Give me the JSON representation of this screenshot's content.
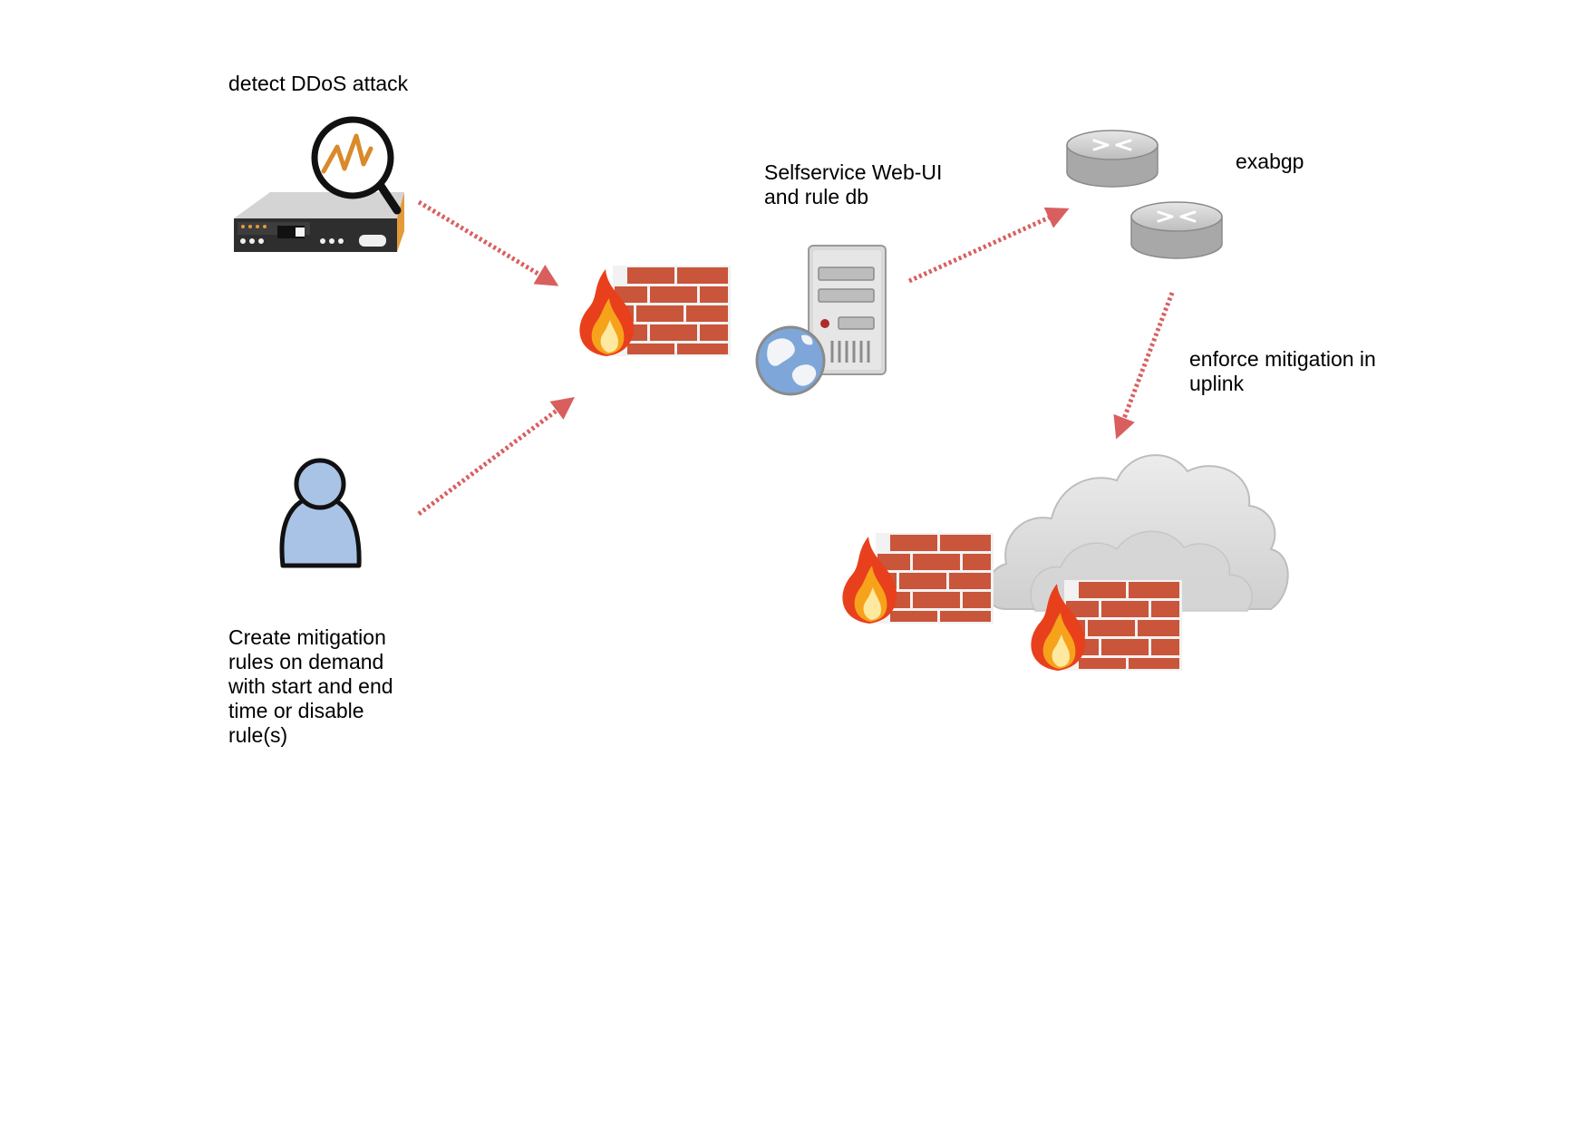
{
  "labels": {
    "detect": "detect DDoS attack",
    "selfservice": "Selfservice Web-UI\nand rule db",
    "exabgp": "exabgp",
    "enforce": "enforce mitigation in\nuplink",
    "create": "Create mitigation\nrules on demand\nwith start and end\ntime or disable\nrule(s)"
  },
  "colors": {
    "arrow": "#d95f5f",
    "brick": "#c9553a",
    "mortar": "#f2f2f2",
    "flame_outer": "#e8401c",
    "flame_mid": "#f7a21b",
    "flame_inner": "#fde9a0",
    "device_body": "#e7e7e7",
    "device_front": "#3a3a3a",
    "device_side": "#e39a3b",
    "magnifier_ring": "#111111",
    "signal": "#d98a2a",
    "person_fill": "#a9c3e6",
    "person_stroke": "#111111",
    "server_body": "#d9d9d9",
    "globe_ocean": "#7ea6d8",
    "globe_land": "#f2f4f7",
    "router_top": "#cfcfcf",
    "router_side": "#a8a8a8",
    "cloud": "#dedede"
  },
  "icons": {
    "ddos_detector": "appliance-with-magnifier-icon",
    "firewall_central": "firewall-icon",
    "server": "web-server-icon",
    "globe": "globe-icon",
    "router_a": "router-icon",
    "router_b": "router-icon",
    "user": "user-icon",
    "cloud": "cloud-icon",
    "firewall_cloud_left": "firewall-icon",
    "firewall_cloud_right": "firewall-icon"
  },
  "edges": [
    {
      "id": "detector-to-firewall",
      "from": "ddos_detector",
      "to": "firewall_central"
    },
    {
      "id": "user-to-firewall",
      "from": "user",
      "to": "firewall_central"
    },
    {
      "id": "server-to-routers",
      "from": "server",
      "to": "router_a"
    },
    {
      "id": "routers-to-cloud",
      "from": "router_b",
      "to": "cloud"
    }
  ]
}
